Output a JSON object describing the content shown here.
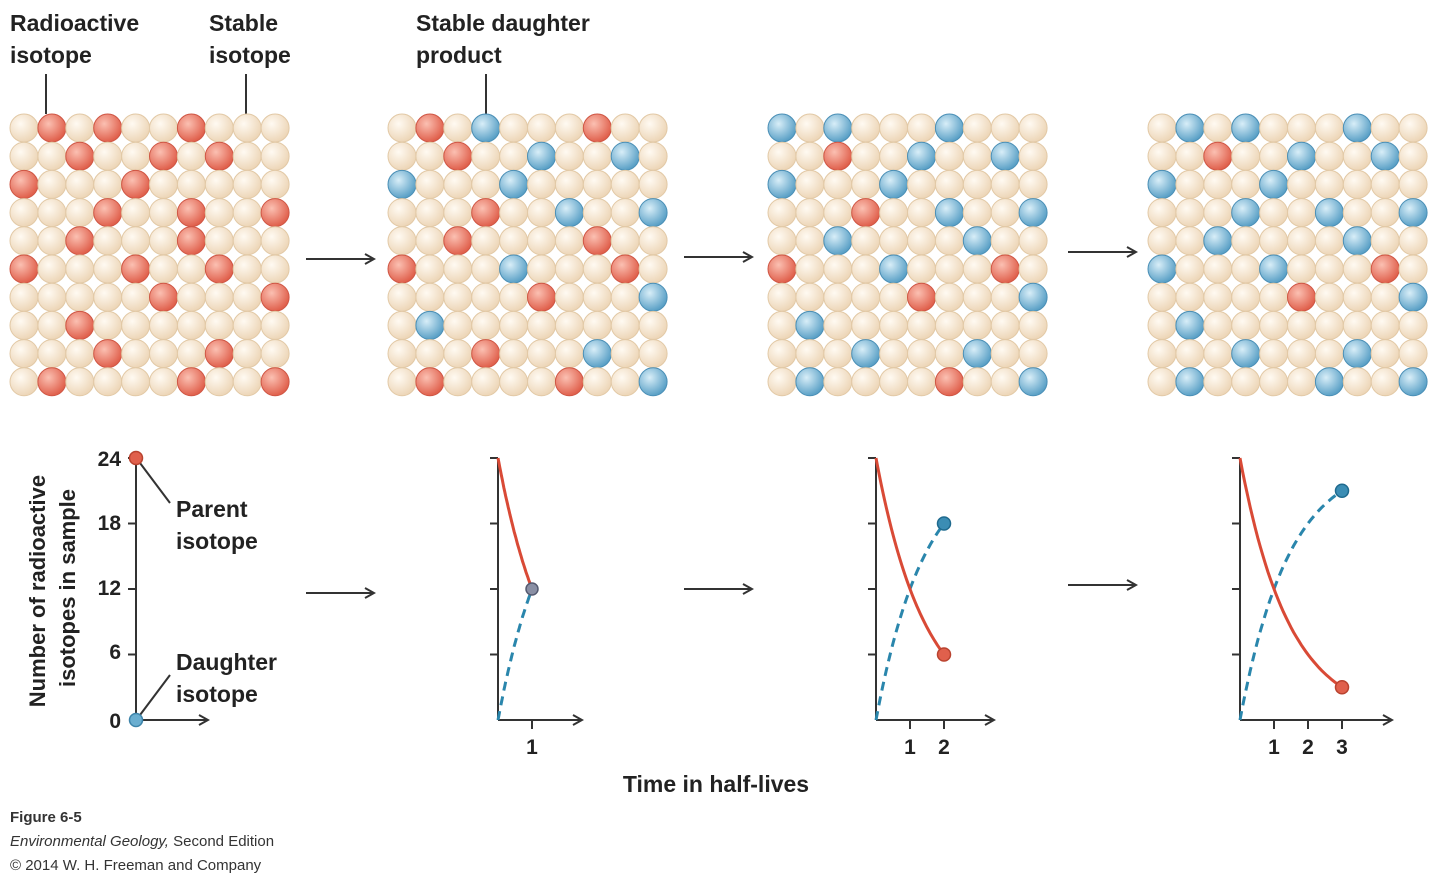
{
  "labels": {
    "radioactive_isotope": [
      "Radioactive",
      "isotope"
    ],
    "stable_isotope": [
      "Stable",
      "isotope"
    ],
    "stable_daughter": [
      "Stable daughter",
      "product"
    ],
    "parent_isotope": [
      "Parent",
      "isotope"
    ],
    "daughter_isotope": [
      "Daughter",
      "isotope"
    ],
    "y_axis_title": [
      "Number of radioactive",
      "isotopes in sample"
    ],
    "x_axis_title": "Time in half-lives"
  },
  "y_ticks": [
    "24",
    "18",
    "12",
    "6",
    "0"
  ],
  "colors": {
    "parent": "#e8705e",
    "daughter": "#6aaed0",
    "stable": "#f6e4cc",
    "parent_curve": "#d94a36",
    "daughter_curve": "#2a86ac",
    "axis": "#333333"
  },
  "grids": [
    {
      "name": "half-lives-0",
      "rows": [
        "SRSRSSRSS",
        "SSRSSRSRS",
        "RSSSRSSSS",
        "SSSRSSRSSR",
        "SSRSSSRSS",
        "RSSSRSSRS",
        "SSSSSRSSSR",
        "SSRSSSSSS",
        "SSSRSSSRS",
        "SRSSSSRSSR"
      ]
    },
    {
      "name": "half-lives-1",
      "rows": [
        "SRSDSSSRSS",
        "SSRSSDSSDS",
        "DSSSDSSSSS",
        "SSSRSSDSSD",
        "SSRSSSSRSS",
        "RSSSDSSSRS",
        "SSSSSRSSSD",
        "SDSSSSSSSS",
        "SSSRSSSDSS",
        "SRSSSSRSSD"
      ]
    },
    {
      "name": "half-lives-2",
      "rows": [
        "DSDSSSDSSS",
        "SSRSSDSSDS",
        "DSSSDSSSSS",
        "SSSRSSDSSD",
        "SSDSSSSDSS",
        "RSSSDSSSRS",
        "SSSSSRSSSD",
        "SDSSSSSSSS",
        "SSSDSSSDSS",
        "SDSSSSRSSD"
      ]
    },
    {
      "name": "half-lives-3",
      "rows": [
        "SDSDSSSDSS",
        "SSRSSDSSDS",
        "DSSSDSSSSS",
        "SSSDSSDSSD",
        "SSDSSSSDSS",
        "DSSSDSSSRS",
        "SSSSSRSSSD",
        "SDSSSSSSSS",
        "SSSDSSSDSS",
        "SDSSSSDSSD"
      ]
    }
  ],
  "chart_data": [
    {
      "type": "line",
      "name": "half-lives-0",
      "x_ticks": [],
      "highlight_tick": "",
      "parent": [
        [
          0,
          24
        ]
      ],
      "daughter": [
        [
          0,
          0
        ]
      ]
    },
    {
      "type": "line",
      "name": "half-lives-1",
      "x_ticks": [
        "1"
      ],
      "highlight_tick": "1",
      "parent": [
        [
          0,
          24
        ],
        [
          1,
          12
        ]
      ],
      "daughter": [
        [
          0,
          0
        ],
        [
          1,
          12
        ]
      ]
    },
    {
      "type": "line",
      "name": "half-lives-2",
      "x_ticks": [
        "1",
        "2"
      ],
      "highlight_tick": "2",
      "parent": [
        [
          0,
          24
        ],
        [
          1,
          12
        ],
        [
          2,
          6
        ]
      ],
      "daughter": [
        [
          0,
          0
        ],
        [
          1,
          12
        ],
        [
          2,
          18
        ]
      ]
    },
    {
      "type": "line",
      "name": "half-lives-3",
      "x_ticks": [
        "1",
        "2",
        "3"
      ],
      "highlight_tick": "3",
      "parent": [
        [
          0,
          24
        ],
        [
          1,
          12
        ],
        [
          2,
          6
        ],
        [
          3,
          3
        ]
      ],
      "daughter": [
        [
          0,
          0
        ],
        [
          1,
          12
        ],
        [
          2,
          18
        ],
        [
          3,
          21
        ]
      ]
    }
  ],
  "caption": {
    "figure": "Figure 6-5",
    "book_italic": "Environmental Geology,",
    "book_rest": " Second Edition",
    "copyright": "© 2014 W. H. Freeman and Company"
  }
}
